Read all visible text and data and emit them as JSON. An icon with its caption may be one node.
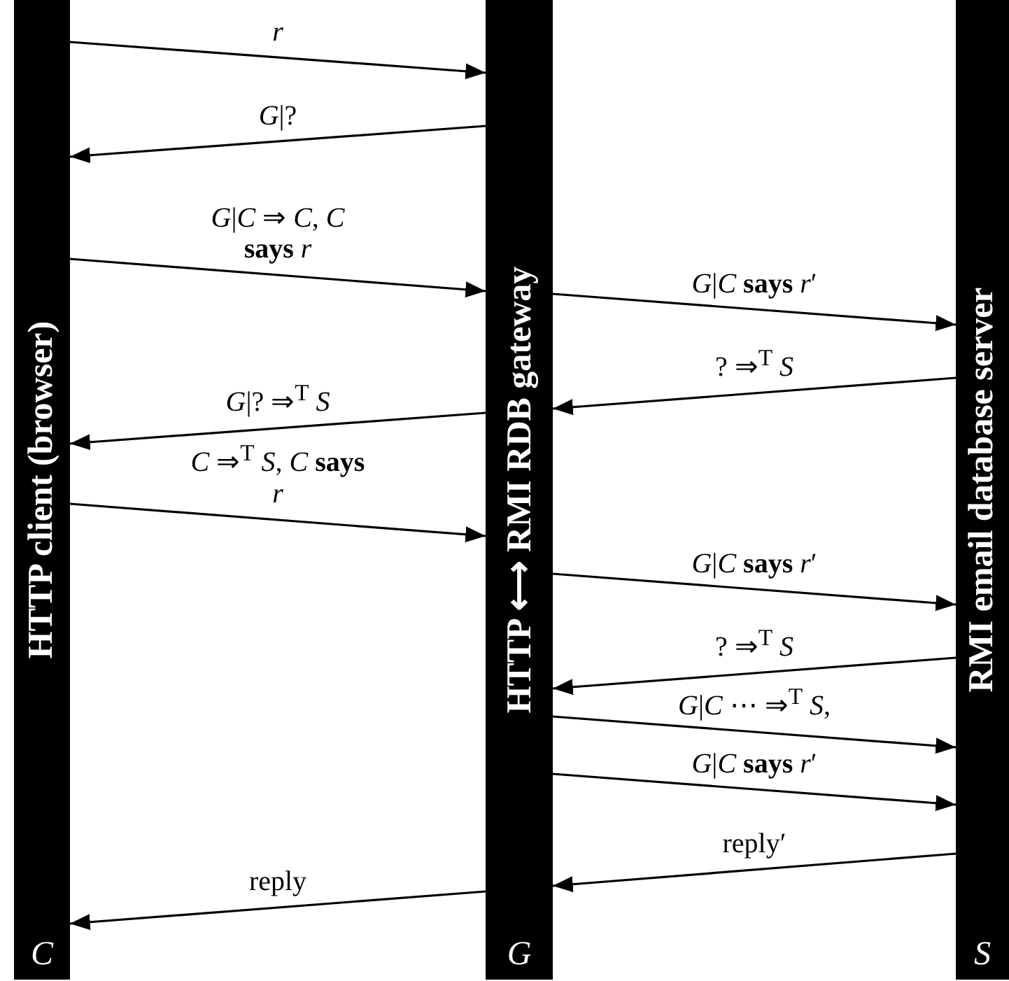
{
  "diagram": {
    "nodes": [
      {
        "text": [
          "HTTP client (browser)",
          "*C*"
        ]
      },
      {
        "text": [
          "HTTP ⟷ RMI RDB gateway",
          "*G*"
        ]
      },
      {
        "text": [
          "RMI email database server",
          "*S*"
        ]
      }
    ],
    "edges": [
      {
        "from": 0,
        "to": 1,
        "arrow": "to",
        "label": "*r*"
      },
      {
        "from": 1,
        "to": 0,
        "arrow": "to",
        "label": "*G*|?"
      },
      {
        "from": 0,
        "to": 1,
        "arrow": "to",
        "label": "*G*|*C* ⇒ *C*, *C* **says** *r*"
      },
      {
        "from": 1,
        "to": 2,
        "arrow": "to",
        "label": "*G*|*C* **says** *r*′"
      },
      {
        "from": 2,
        "to": 1,
        "arrow": "to",
        "label": "? ⇒$^{T}$ *S*"
      },
      {
        "from": 1,
        "to": 0,
        "arrow": "to",
        "label": "*G*|? ⇒$^{T}$ *S*"
      },
      {
        "from": 0,
        "to": 1,
        "arrow": "to",
        "label": "*C* ⇒$^{T}$ *S*, *C* **says** *r*"
      },
      {
        "from": 1,
        "to": 2,
        "arrow": "to",
        "label": "*G*|*C* **says** *r*′"
      },
      {
        "from": 2,
        "to": 1,
        "arrow": "to",
        "label": "? ⇒$^{T}$ *S*"
      },
      {
        "from": 1,
        "to": 2,
        "arrow": "to",
        "label": "*G*|*C* ⋯ ⇒$^{T}$ *S*,"
      },
      {
        "from": 1,
        "to": 2,
        "arrow": "to",
        "label": "*G*|*C* **says** *r*′"
      },
      {
        "from": 2,
        "to": 1,
        "arrow": "to",
        "label": "reply′"
      },
      {
        "from": 1,
        "to": 0,
        "arrow": "to",
        "label": "reply"
      }
    ]
  }
}
